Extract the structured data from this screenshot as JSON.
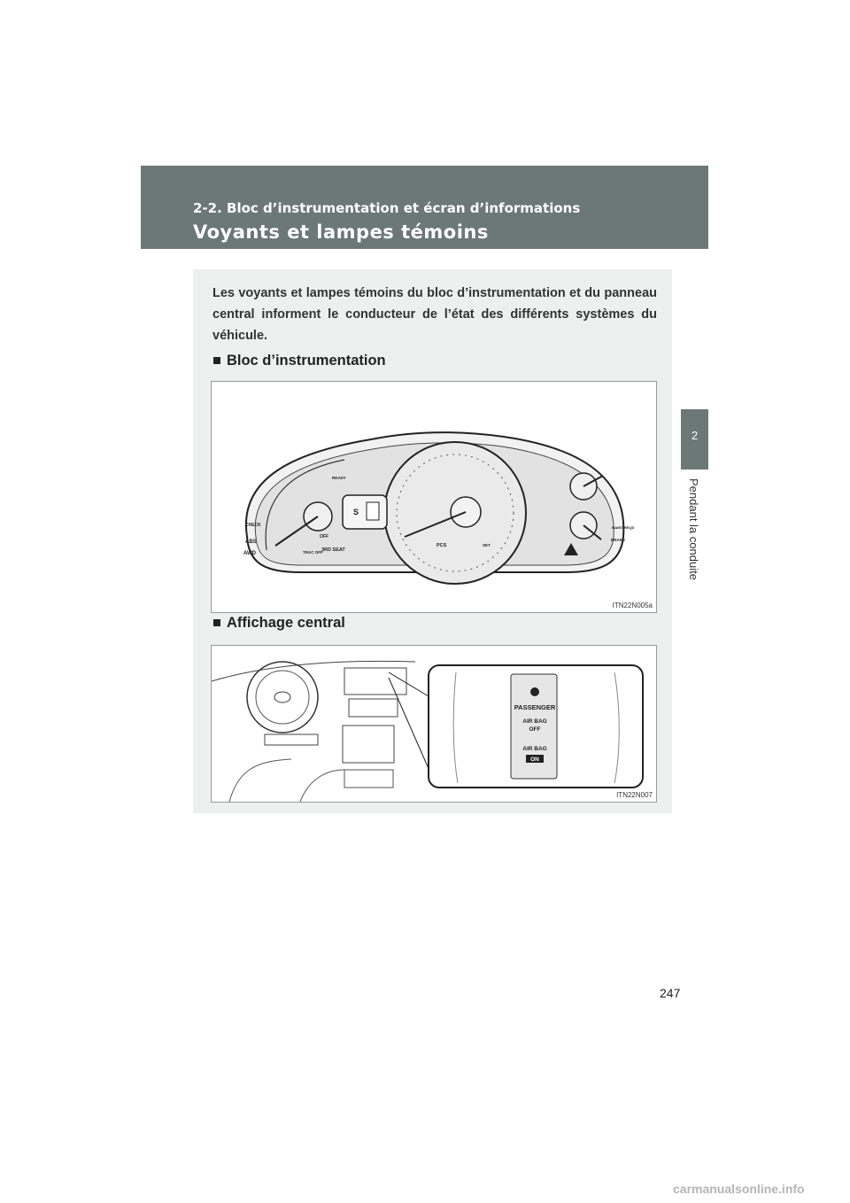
{
  "header": {
    "section": "2-2. Bloc d’instrumentation et écran d’informations",
    "title": "Voyants et lampes témoins"
  },
  "side_tab": {
    "number": "2",
    "label": "Pendant la conduite"
  },
  "intro": "Les voyants et lampes témoins du bloc d’instrumentation et du panneau central informent le conducteur de l’état des différents systèmes du véhicule.",
  "section1": {
    "heading": "Bloc d’instrumentation",
    "figure_code": "ITN22N005a",
    "labels": {
      "check": "CHECK",
      "abs": "ABS",
      "awd": "AWD",
      "off": "OFF",
      "trac_off": "TRAC OFF",
      "third_seat": "3RD SEAT",
      "ready": "READY",
      "pcs": "PCS",
      "set": "SET",
      "maint": "MAINT REQD",
      "brake": "BRAKE",
      "s": "S"
    }
  },
  "section2": {
    "heading": "Affichage central",
    "figure_code": "ITN22N007",
    "passenger": "PASSENGER",
    "airbag_off": [
      "AIR BAG",
      "OFF"
    ],
    "airbag_on": [
      "AIR BAG",
      "ON"
    ]
  },
  "page_number": "247",
  "watermark": "carmanualsonline.info",
  "colors": {
    "header": "#6b7876",
    "panel": "#eef0ef"
  }
}
